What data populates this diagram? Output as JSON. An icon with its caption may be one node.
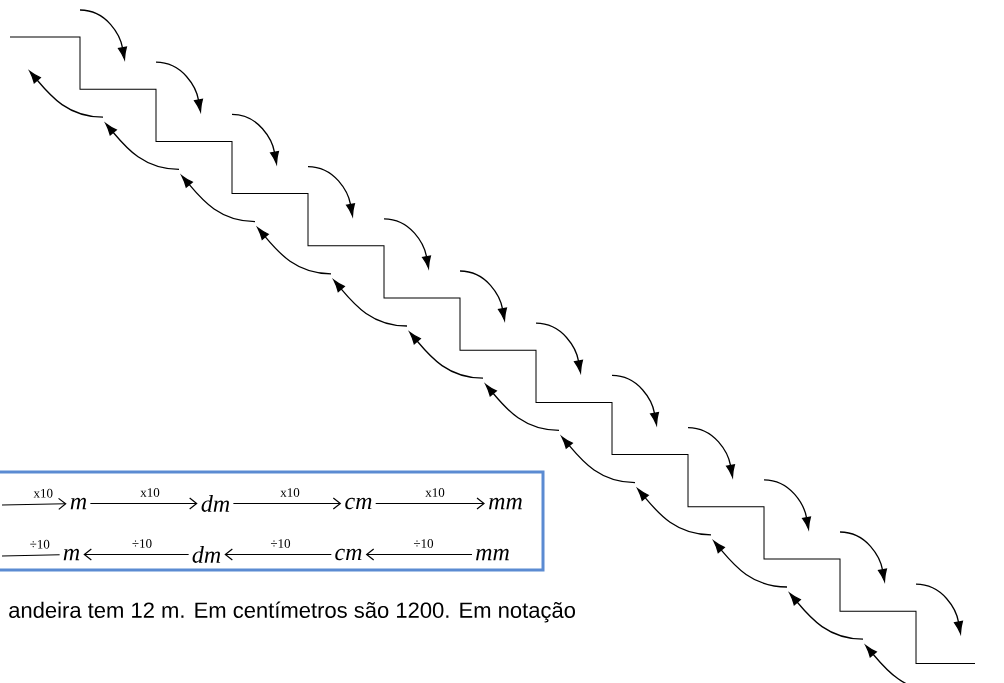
{
  "diagram": {
    "nodes": [
      {
        "text": [],
        "shape": "box"
      },
      {
        "text": [
          "m"
        ],
        "in": 0
      },
      {
        "text": [
          "dm"
        ],
        "in": 0
      },
      {
        "text": [
          "cm"
        ],
        "in": 0
      },
      {
        "text": [
          "mm"
        ],
        "in": 0
      },
      {
        "text": [
          "m"
        ],
        "in": 0
      },
      {
        "text": [
          "dm"
        ],
        "in": 0
      },
      {
        "text": [
          "cm"
        ],
        "in": 0
      },
      {
        "text": [
          "mm"
        ],
        "in": 0
      }
    ],
    "edges": [
      {
        "from": null,
        "to": 1,
        "arrow": "to",
        "label": "x10"
      },
      {
        "from": 1,
        "to": 2,
        "arrow": "to",
        "label": "x10"
      },
      {
        "from": 2,
        "to": 3,
        "arrow": "to",
        "label": "x10"
      },
      {
        "from": 3,
        "to": 4,
        "arrow": "to",
        "label": "x10"
      },
      {
        "from": 5,
        "to": null,
        "arrow": "none",
        "label": "÷10"
      },
      {
        "from": 6,
        "to": 5,
        "arrow": "to",
        "label": "÷10"
      },
      {
        "from": 7,
        "to": 6,
        "arrow": "to",
        "label": "÷10"
      },
      {
        "from": 8,
        "to": 7,
        "arrow": "to",
        "label": "÷10"
      }
    ],
    "labels": [
      "andeira tem 12 m. Em centímetros são 1200. Em notação"
    ]
  }
}
